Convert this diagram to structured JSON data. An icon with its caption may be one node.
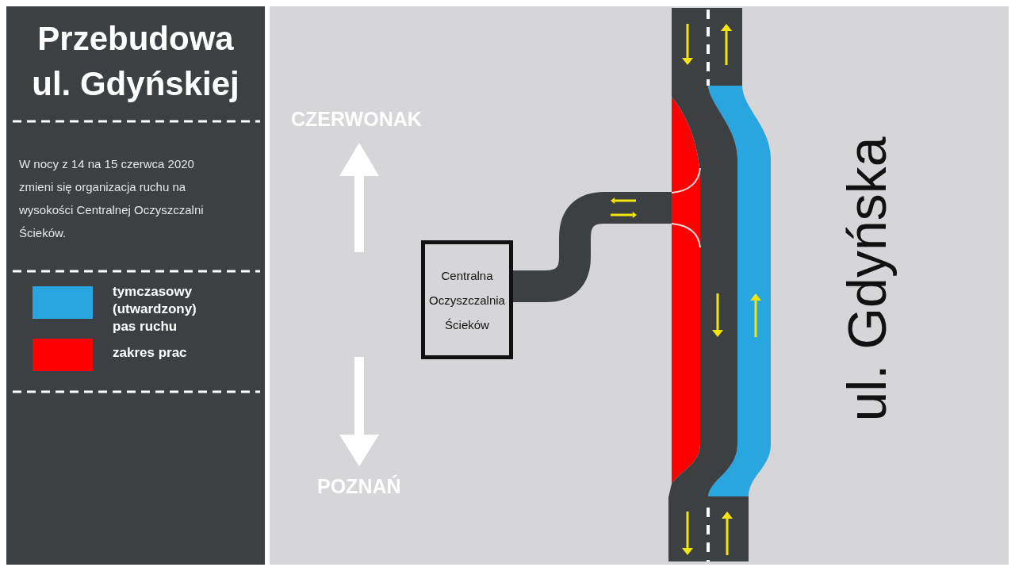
{
  "diagram": {
    "title": "Przebudowa ul. Gdyńskiej",
    "nodes": [
      {
        "text": [
          "Centralna Oczyszczalnia Ścieków"
        ]
      }
    ],
    "labels": [
      "W nocy z 14 na 15 czerwca 2020 zmieni się organizacja ruchu na wysokości Centralnej Oczyszczalni Ścieków.",
      "CZERWONAK",
      "POZNAŃ",
      "ul. Gdyńska"
    ],
    "legend": [
      {
        "text": "tymczasowy (utwardzony) pas ruchu",
        "color": "#29a6df"
      },
      {
        "text": "zakres prac",
        "color": "#ff0000"
      }
    ]
  }
}
